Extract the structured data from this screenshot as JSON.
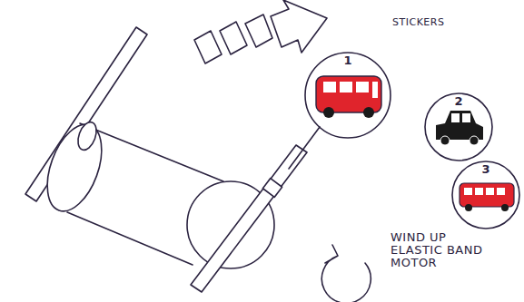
{
  "diagram": {
    "nodes": [
      {
        "text": [
          "1"
        ]
      },
      {
        "text": [
          "2"
        ]
      },
      {
        "text": [
          "3"
        ]
      }
    ],
    "labels": [
      "STICKERS",
      "WIND UP ELASTIC BAND MOTOR"
    ]
  }
}
